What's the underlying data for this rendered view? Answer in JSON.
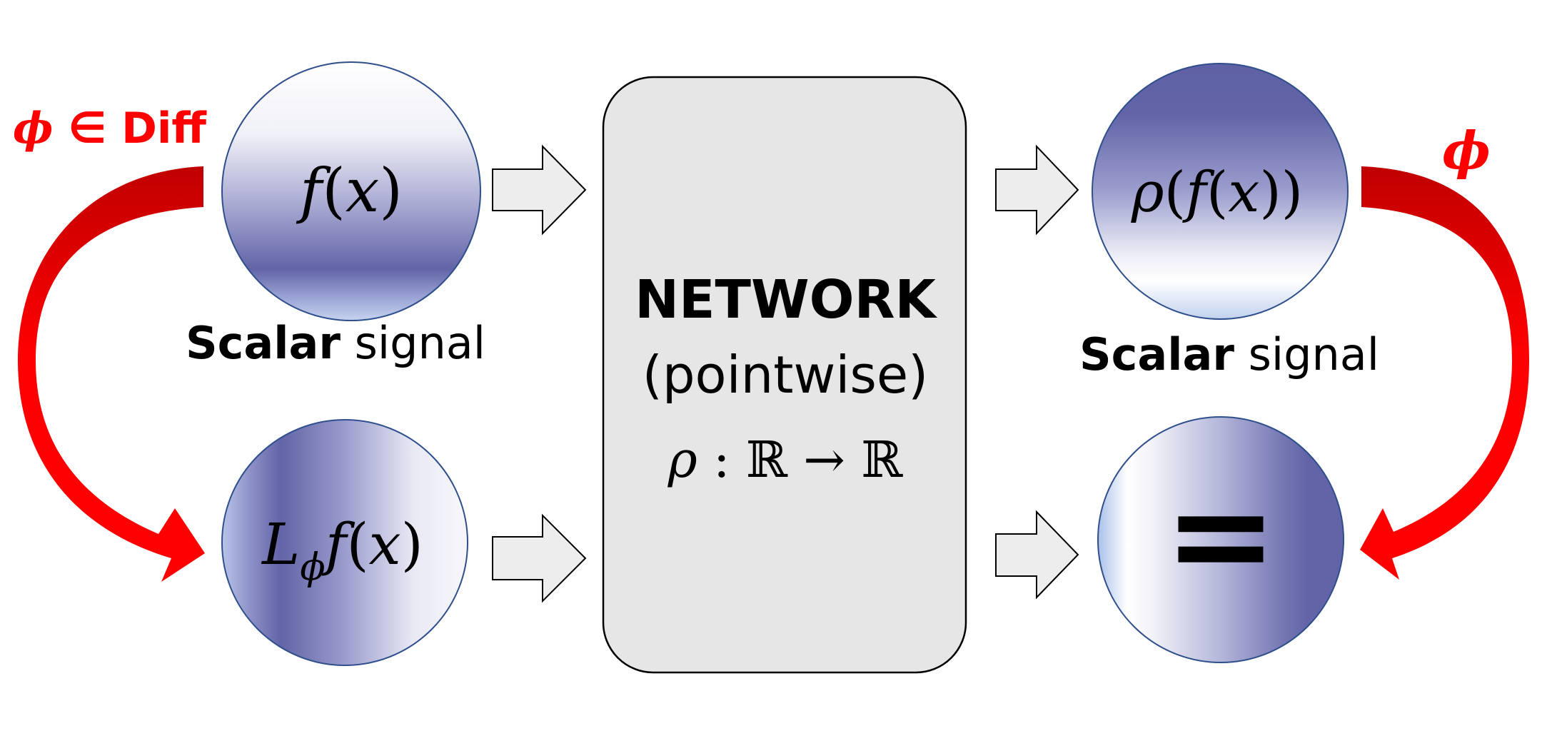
{
  "left_arrow_label": {
    "prefix": "ϕ",
    "middle": " ∈ ",
    "word": "Diff"
  },
  "right_arrow_label": "ϕ",
  "input_circle": {
    "text_main": "f",
    "text_open": "(",
    "text_var": "x",
    "text_close": ")"
  },
  "transformed_input": {
    "op": "L",
    "sub": "ϕ",
    "text_main": "f",
    "text_open": "(",
    "text_var": "x",
    "text_close": ")"
  },
  "input_caption": {
    "bold": "Scalar",
    "rest": " signal"
  },
  "output_caption": {
    "bold": "Scalar",
    "rest": " signal"
  },
  "network": {
    "title": "NETWORK",
    "subtitle": "(pointwise)",
    "formula": {
      "rho": "ρ",
      "colon": " : ",
      "dom": "ℝ",
      "arrow": " → ",
      "cod": "ℝ"
    }
  },
  "output_circle": {
    "rho": "ρ",
    "open1": "(",
    "f": "f",
    "open2": "(",
    "x": "x",
    "close": "))"
  },
  "equals_symbol": "=",
  "colors": {
    "accent_red": "#ff0000",
    "dark_red": "#c00000",
    "circle_dark": "#6264a7",
    "circle_light": "#f4f5fa",
    "network_fill": "#e6e6e6"
  }
}
